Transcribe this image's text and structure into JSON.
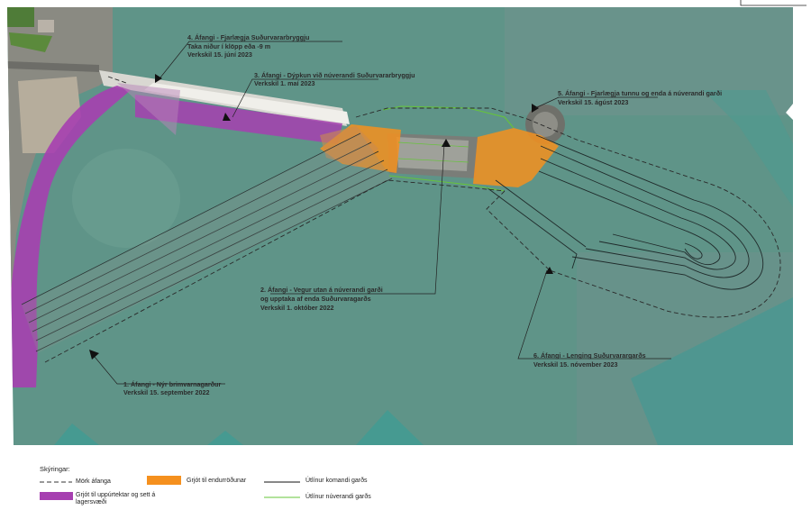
{
  "labels": {
    "phase1": {
      "line1": "1. Áfangi - Nýr brimvarnagarður",
      "line2": "Verkskil 15. september 2022"
    },
    "phase2": {
      "line1": "2. Áfangi - Vegur utan á núverandi garði",
      "line2": "og upptaka af enda Suðurvaragarðs",
      "line3": "Verkskil 1. október 2022"
    },
    "phase3": {
      "line1": "3. Áfangi - Dýpkun við núverandi Suðurvararbryggju",
      "line2": "Verkskil 1. maí 2023"
    },
    "phase4": {
      "line1": "4. Áfangi - Fjarlægja Suðurvararbryggju",
      "line2": "Taka niður í klöpp eða -9 m",
      "line3": "Verkskil 15. júní 2023"
    },
    "phase5": {
      "line1": "5. Áfangi - Fjarlægja tunnu og enda á núverandi garði",
      "line2": "Verkskil 15. ágúst 2023"
    },
    "phase6": {
      "line1": "6. Áfangi - Lenging Suðurvarargarðs",
      "line2": "Verkskil 15. nóvember 2023"
    }
  },
  "legend": {
    "title": "Skýringar:",
    "items": [
      {
        "label": "Mörk áfanga"
      },
      {
        "label": "Grjót til uppúrtektar og sett á lagersvæði"
      },
      {
        "label": "Grjót til endurröðunar"
      },
      {
        "label": "Útlínur komandi garðs"
      },
      {
        "label": "Útlínur núverandi garðs"
      }
    ]
  },
  "colors": {
    "sea": "#5f9488",
    "purple": "#a63fb0",
    "orange": "#f5901e",
    "green": "#66c43a",
    "boundary": "#2a2a2a"
  }
}
